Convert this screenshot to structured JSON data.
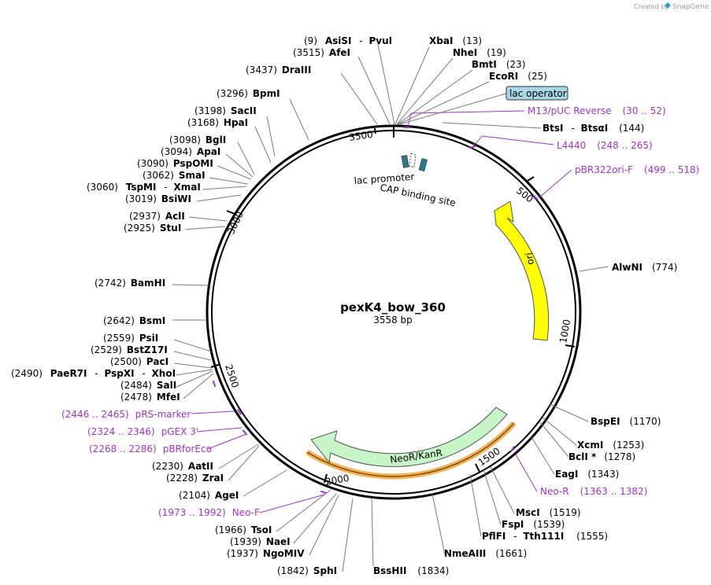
{
  "credit": {
    "text": "Created by",
    "brand": "SnapGene"
  },
  "plasmid": {
    "name": "pexK4_bow_360",
    "length_label": "3558 bp",
    "length": 3558
  },
  "ticks": [
    "500",
    "1000",
    "1500",
    "2000",
    "2500",
    "3000",
    "3500"
  ],
  "features": {
    "ori": {
      "label": "ori",
      "color": "#ffff00"
    },
    "neo": {
      "label": "NeoR/KanR",
      "color": "#c8f5c8"
    },
    "lac_operator": "lac operator",
    "lac_promoter": "lac promoter",
    "cap_site": "CAP binding site"
  },
  "sites_right": [
    {
      "num": "(9)",
      "name": "AsiSI",
      "sep": "-",
      "name2": "PvuI"
    },
    {
      "num": "(3515)",
      "name": "AfeI"
    },
    {
      "num": "(3437)",
      "name": "DraIII"
    },
    {
      "num": "(3296)",
      "name": "BpmI"
    },
    {
      "num": "(3198)",
      "name": "SacII"
    },
    {
      "num": "(3168)",
      "name": "HpaI"
    },
    {
      "num": "(3098)",
      "name": "BglI"
    },
    {
      "num": "(3094)",
      "name": "ApaI"
    },
    {
      "num": "(3090)",
      "name": "PspOMI"
    },
    {
      "num": "(3062)",
      "name": "SmaI"
    },
    {
      "num": "(3060)",
      "name": "TspMI",
      "sep": "-",
      "name2": "XmaI"
    },
    {
      "num": "(3019)",
      "name": "BsiWI"
    },
    {
      "num": "(2937)",
      "name": "AclI"
    },
    {
      "num": "(2925)",
      "name": "StuI"
    },
    {
      "num": "(2742)",
      "name": "BamHI"
    },
    {
      "num": "(2642)",
      "name": "BsmI"
    },
    {
      "num": "(2559)",
      "name": "PsiI"
    },
    {
      "num": "(2529)",
      "name": "BstZ17I"
    },
    {
      "num": "(2500)",
      "name": "PacI"
    },
    {
      "num": "(2490)",
      "name": "PaeR7I",
      "sep": "-",
      "name2": "PspXI",
      "sep2": "-",
      "name3": "XhoI"
    },
    {
      "num": "(2484)",
      "name": "SalI"
    },
    {
      "num": "(2478)",
      "name": "MfeI"
    },
    {
      "num": "(2230)",
      "name": "AatII"
    },
    {
      "num": "(2228)",
      "name": "ZraI"
    },
    {
      "num": "(2104)",
      "name": "AgeI"
    },
    {
      "num": "(1966)",
      "name": "TsoI"
    },
    {
      "num": "(1939)",
      "name": "NaeI"
    },
    {
      "num": "(1937)",
      "name": "NgoMIV"
    },
    {
      "num": "(1842)",
      "name": "SphI"
    }
  ],
  "sites_left": [
    {
      "name": "XbaI",
      "num": "(13)"
    },
    {
      "name": "NheI",
      "num": "(19)"
    },
    {
      "name": "BmtI",
      "num": "(23)"
    },
    {
      "name": "EcoRI",
      "num": "(25)"
    },
    {
      "name": "BtsI",
      "sep": "-",
      "name2": "BtsαI",
      "num": "(144)"
    },
    {
      "name": "AlwNI",
      "num": "(774)"
    },
    {
      "name": "BspEI",
      "num": "(1170)"
    },
    {
      "name": "XcmI",
      "num": "(1253)"
    },
    {
      "name": "BclI *",
      "num": "(1278)"
    },
    {
      "name": "EagI",
      "num": "(1343)"
    },
    {
      "name": "MscI",
      "num": "(1519)"
    },
    {
      "name": "FspI",
      "num": "(1539)"
    },
    {
      "name": "PflFI",
      "sep": "-",
      "name2": "Tth111I",
      "num": "(1555)"
    },
    {
      "name": "NmeAIII",
      "num": "(1661)"
    },
    {
      "name": "BssHII",
      "num": "(1834)"
    }
  ],
  "primers": [
    {
      "name": "M13/pUC Reverse",
      "range": "(30 .. 52)"
    },
    {
      "name": "L4440",
      "range": "(248 .. 265)"
    },
    {
      "name": "pBR322ori-F",
      "range": "(499 .. 518)"
    },
    {
      "name": "Neo-R",
      "range": "(1363 .. 1382)"
    },
    {
      "range": "(2446 .. 2465)",
      "name": "pRS-marker"
    },
    {
      "range": "(2324 .. 2346)",
      "name": "pGEX 3'"
    },
    {
      "range": "(2268 .. 2286)",
      "name": "pBRforEco"
    },
    {
      "range": "(1973 .. 1992)",
      "name": "Neo-F"
    }
  ],
  "colors": {
    "backbone": "#000000",
    "primer": "#a033cc",
    "leader": "#7a7a7a",
    "lac_operator_box": "#a8d8e8",
    "neo_arrow_highlight": "#f0b050"
  }
}
